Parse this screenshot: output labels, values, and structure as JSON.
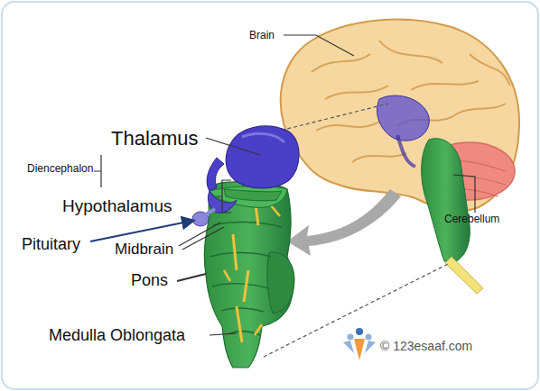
{
  "diagram": {
    "labels": [
      "Brain",
      "Thalamus",
      "Diencephalon",
      "Hypothalamus",
      "Pituitary",
      "Midbrain",
      "Pons",
      "Medulla Oblongata",
      "Cerebellum",
      "© 123esaaf.com"
    ]
  }
}
